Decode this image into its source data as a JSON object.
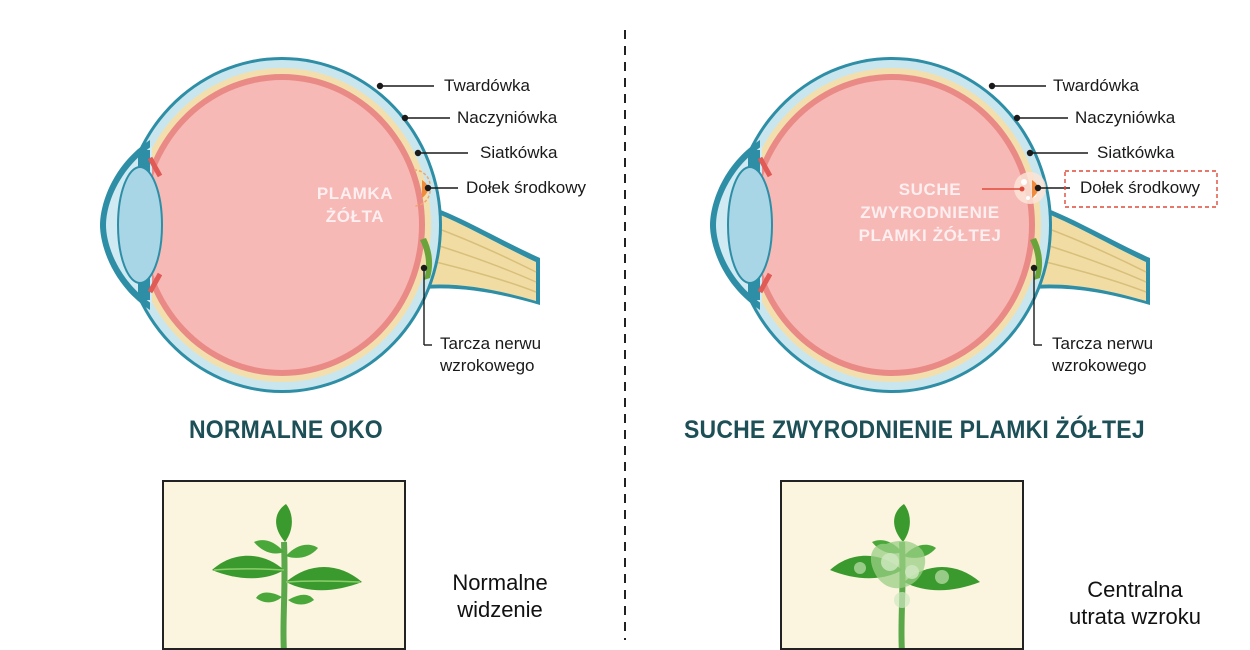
{
  "left": {
    "labels": {
      "sclera": "Twardówka",
      "choroid": "Naczyniówka",
      "retina": "Siatkówka",
      "fovea": "Dołek środkowy",
      "optic_disc_line1": "Tarcza nerwu",
      "optic_disc_line2": "wzrokowego"
    },
    "inner_line1": "PLAMKA",
    "inner_line2": "ŻÓŁTA",
    "title": "NORMALNE OKO",
    "caption_line1": "Normalne",
    "caption_line2": "widzenie"
  },
  "right": {
    "labels": {
      "sclera": "Twardówka",
      "choroid": "Naczyniówka",
      "retina": "Siatkówka",
      "fovea": "Dołek środkowy",
      "optic_disc_line1": "Tarcza nerwu",
      "optic_disc_line2": "wzrokowego"
    },
    "inner_line1": "SUCHE",
    "inner_line2": "ZWYRODNIENIE",
    "inner_line3": "PLAMKI ŻÓŁTEJ",
    "title": "SUCHE ZWYRODNIENIE PLAMKI ŻÓŁTEJ",
    "caption_line1": "Centralna",
    "caption_line2": "utrata wzroku"
  },
  "colors": {
    "title": "#1d4f57",
    "sclera_outer": "#2e8ea6",
    "sclera": "#c9e6ef",
    "choroid": "#f3dfae",
    "retina": "#e98a86",
    "vitreous": "#f7b9b6",
    "optic_nerve": "#f1dca4",
    "optic_disc": "#6aa33a",
    "fovea": "#f08a3c",
    "vision_box_bg": "#fbf4de",
    "plant_green": "#3b9a2e",
    "highlight_box": "#e04a3a"
  }
}
